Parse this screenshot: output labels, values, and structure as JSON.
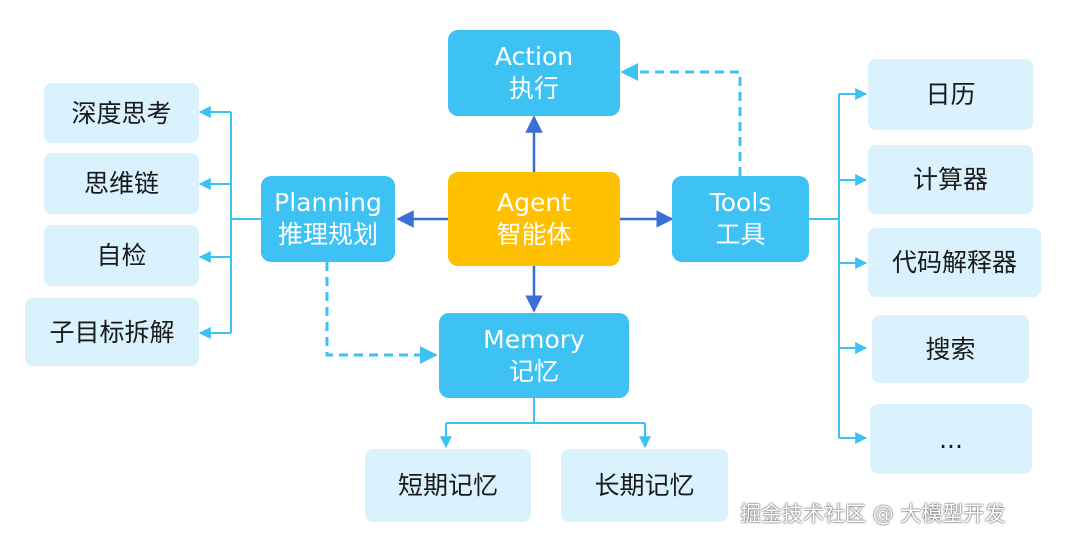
{
  "nodes": {
    "agent": {
      "en": "Agent",
      "zh": "智能体"
    },
    "action": {
      "en": "Action",
      "zh": "执行"
    },
    "planning": {
      "en": "Planning",
      "zh": "推理规划"
    },
    "tools": {
      "en": "Tools",
      "zh": "工具"
    },
    "memory": {
      "en": "Memory",
      "zh": "记忆"
    }
  },
  "planning_items": [
    "深度思考",
    "思维链",
    "自检",
    "子目标拆解"
  ],
  "tools_items": [
    "日历",
    "计算器",
    "代码解释器",
    "搜索",
    "..."
  ],
  "memory_items": [
    "短期记忆",
    "长期记忆"
  ],
  "watermark": "掘金技术社区 @ 大模型开发",
  "colors": {
    "node_blue": "#3ec1f3",
    "agent_gold": "#ffc000",
    "leaf_bg": "#d9f2fd",
    "arrow_dark": "#3a6fd8",
    "arrow_light": "#3ec1f3"
  }
}
